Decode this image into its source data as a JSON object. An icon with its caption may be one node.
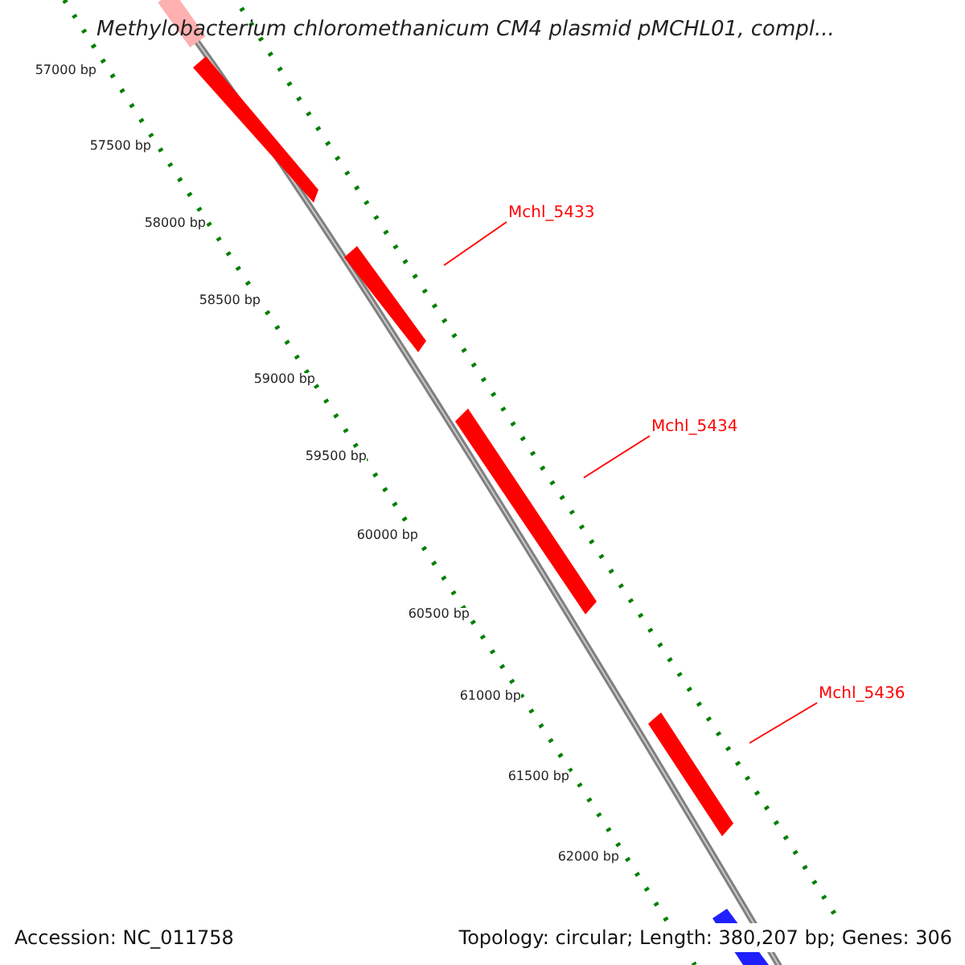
{
  "diagram": {
    "title": "Methylobacterium chloromethanicum CM4 plasmid pMCHL01, compl...",
    "nodes": [
      {
        "text": [
          "Mchl_5433"
        ]
      },
      {
        "text": [
          "Mchl_5434"
        ]
      },
      {
        "text": [
          "Mchl_5436"
        ]
      }
    ],
    "edges": [
      {
        "from": 0,
        "to": null,
        "arrow": "none"
      },
      {
        "from": 1,
        "to": null,
        "arrow": "none"
      },
      {
        "from": 2,
        "to": null,
        "arrow": "none"
      }
    ],
    "labels": [
      "57000 bp",
      "57500 bp",
      "58000 bp",
      "58500 bp",
      "59000 bp",
      "59500 bp",
      "60000 bp",
      "60500 bp",
      "61000 bp",
      "61500 bp",
      "62000 bp",
      "Accession: NC_011758",
      "Topology: circular; Length: 380,207 bp; Genes: 306"
    ]
  }
}
